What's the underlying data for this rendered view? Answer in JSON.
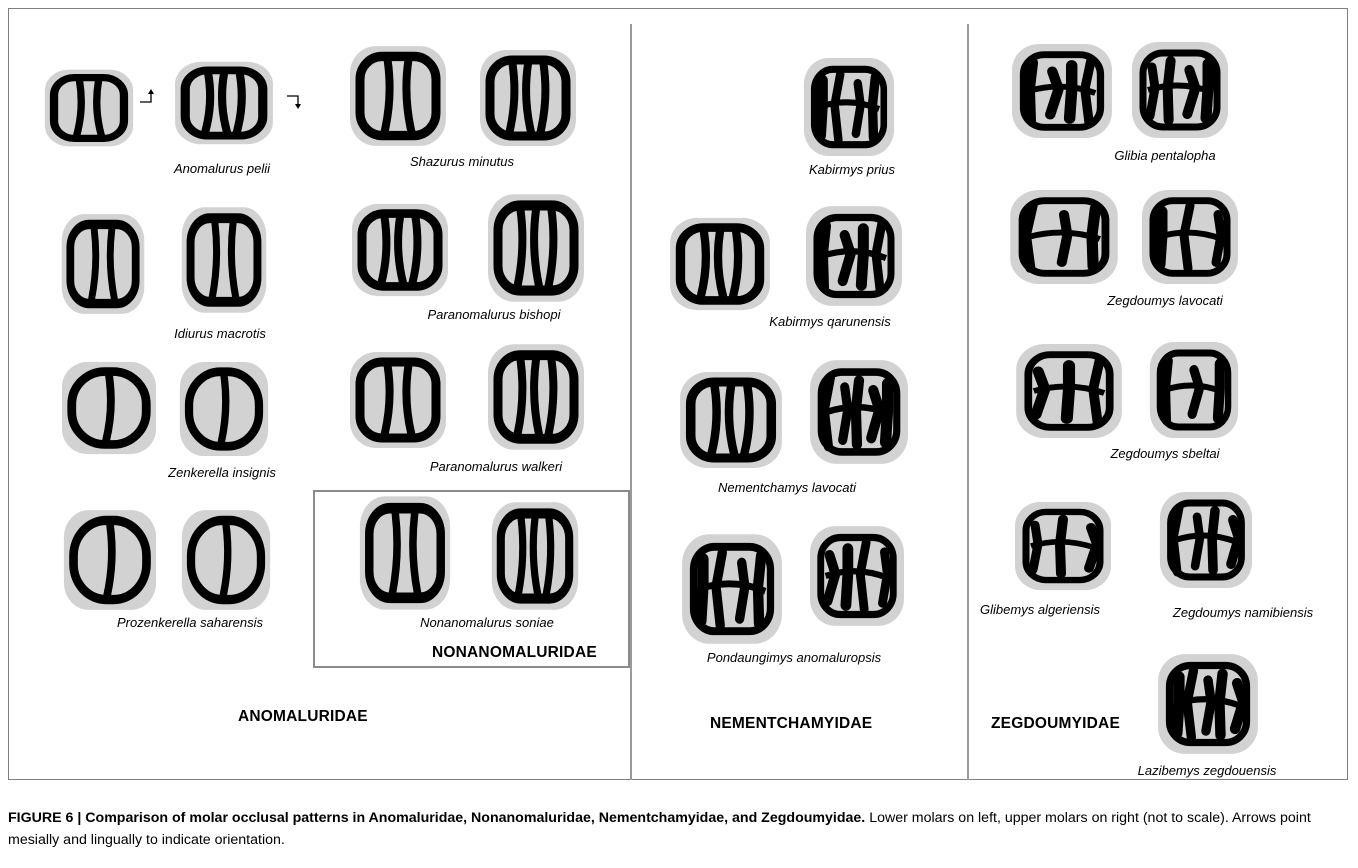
{
  "figure": {
    "families": {
      "anomaluridae": "ANOMALURIDAE",
      "nonanomaluridae": "NONANOMALURIDAE",
      "nementchamyidae": "NEMENTCHAMYIDAE",
      "zegdoumyidae": "ZEGDOUMYIDAE"
    },
    "species": [
      "Anomalurus pelii",
      "Shazurus minutus",
      "Idiurus macrotis",
      "Paranomalurus bishopi",
      "Zenkerella insignis",
      "Paranomalurus walkeri",
      "Prozenkerella saharensis",
      "Nonanomalurus soniae",
      "Kabirmys prius",
      "Kabirmys qarunensis",
      "Nementchamys lavocati",
      "Pondaungimys anomaluropsis",
      "Glibia pentalopha",
      "Zegdoumys lavocati",
      "Zegdoumys sbeltai",
      "Glibemys algeriensis",
      "Zegdoumys namibiensis",
      "Lazibemys zegdouensis"
    ]
  },
  "caption": {
    "title": "FIGURE 6 | Comparison of molar occlusal patterns in Anomaluridae, Nonanomaluridae, Nementchamyidae, and Zegdoumyidae.",
    "text": "Lower molars on left, upper molars on right (not to scale). Arrows point mesially and lingually to indicate orientation."
  },
  "colors": {
    "halo": "#d2d2d2",
    "enamel": "#000000",
    "frame": "#7f7f7f"
  }
}
